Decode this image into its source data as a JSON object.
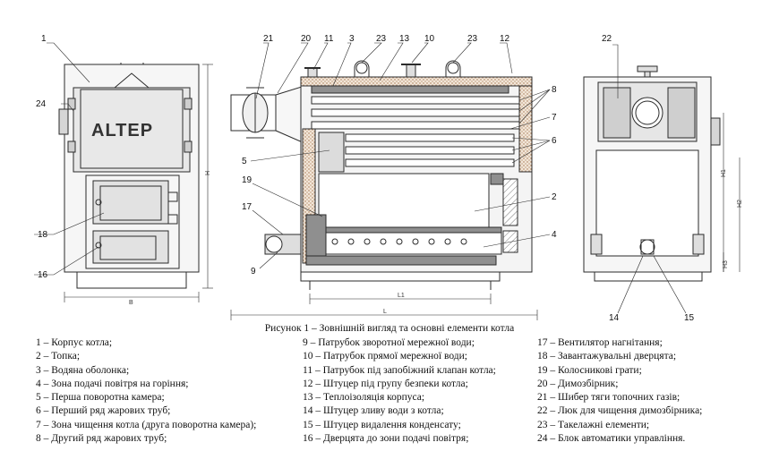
{
  "figure": {
    "caption": "Рисунок 1 – Зовнішній вигляд та основні елементи котла",
    "logo_text": "ALTEP",
    "dimension_labels": {
      "B": "B",
      "H": "H",
      "L": "L",
      "L1": "L1",
      "H1": "H1",
      "H2": "H2",
      "H3": "H3"
    },
    "callouts": [
      "1",
      "2",
      "3",
      "4",
      "5",
      "6",
      "7",
      "8",
      "9",
      "10",
      "11",
      "12",
      "13",
      "14",
      "15",
      "16",
      "17",
      "18",
      "19",
      "20",
      "21",
      "22",
      "23",
      "24"
    ]
  },
  "legend": {
    "col1": [
      "1 – Корпус котла;",
      "2 – Топка;",
      "3 – Водяна оболонка;",
      "4 – Зона подачі повітря на горіння;",
      "5 – Перша поворотна камера;",
      "6 – Перший ряд жарових труб;",
      "7 – Зона чищення котла (друга поворотна камера);",
      "8 – Другий ряд жарових труб;"
    ],
    "col2": [
      "9 – Патрубок зворотної мережної води;",
      "10 – Патрубок прямої мережної води;",
      "11 – Патрубок під запобіжний клапан котла;",
      "12 – Штуцер під групу безпеки котла;",
      "13 – Теплоізоляція корпуса;",
      "14 – Штуцер зливу води з котла;",
      "15 – Штуцер видалення конденсату;",
      "16 – Дверцята до зони подачі повітря;"
    ],
    "col3": [
      "17 – Вентилятор нагнітання;",
      "18 – Завантажувальні дверцята;",
      "19 – Колосникові грати;",
      "20 – Димозбірник;",
      "21 – Шибер тяги топочних газів;",
      "22 – Люк для чищення димозбірника;",
      "23 – Такелажні елементи;",
      "24 – Блок автоматики управління."
    ]
  },
  "colors": {
    "line": "#2b2b2b",
    "fill_body": "#e6e6e6",
    "fill_dark": "#8f8f8f",
    "insulation": "#c9a27a"
  }
}
